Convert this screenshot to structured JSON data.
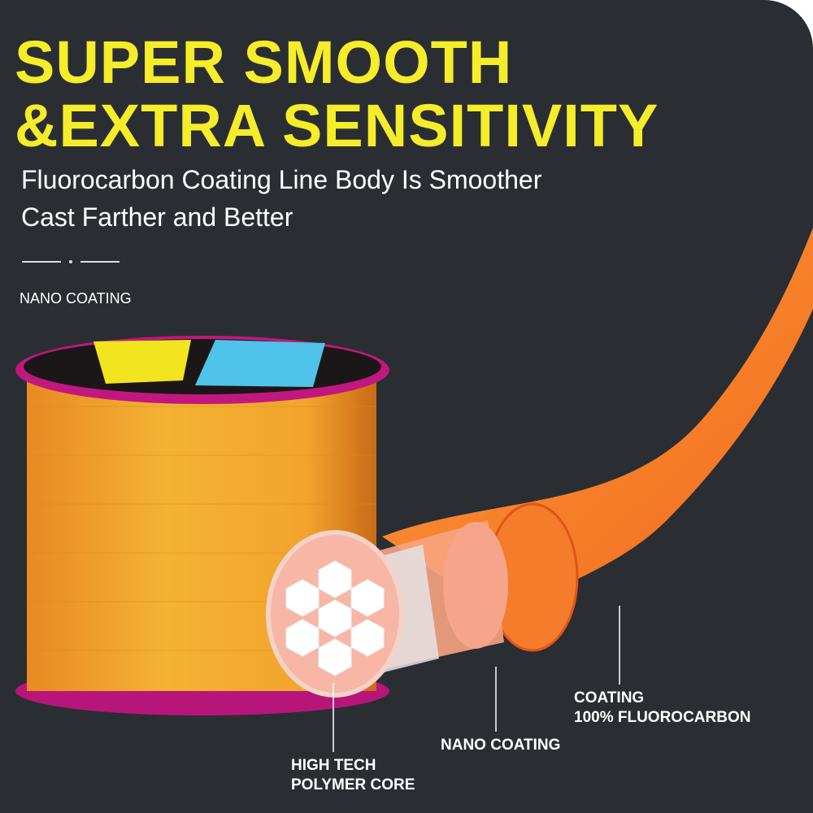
{
  "headline": {
    "line1": "SUPER SMOOTH",
    "line2": "&EXTRA SENSITIVITY"
  },
  "subtitle": {
    "line1": "Fluorocarbon Coating Line Body Is Smoother",
    "line2": "Cast Farther and Better"
  },
  "section_label": "NANO COATING",
  "callouts": {
    "core": {
      "line1": "HIGH TECH",
      "line2": "POLYMER CORE"
    },
    "nano": "NANO COATING",
    "coating": {
      "line1": "COATING",
      "line2": "100% FLUOROCARBON"
    }
  },
  "colors": {
    "background": "#2a2e33",
    "headline": "#f5ec2a",
    "line": "#f7892e",
    "spool_rim": "#c0187e"
  }
}
